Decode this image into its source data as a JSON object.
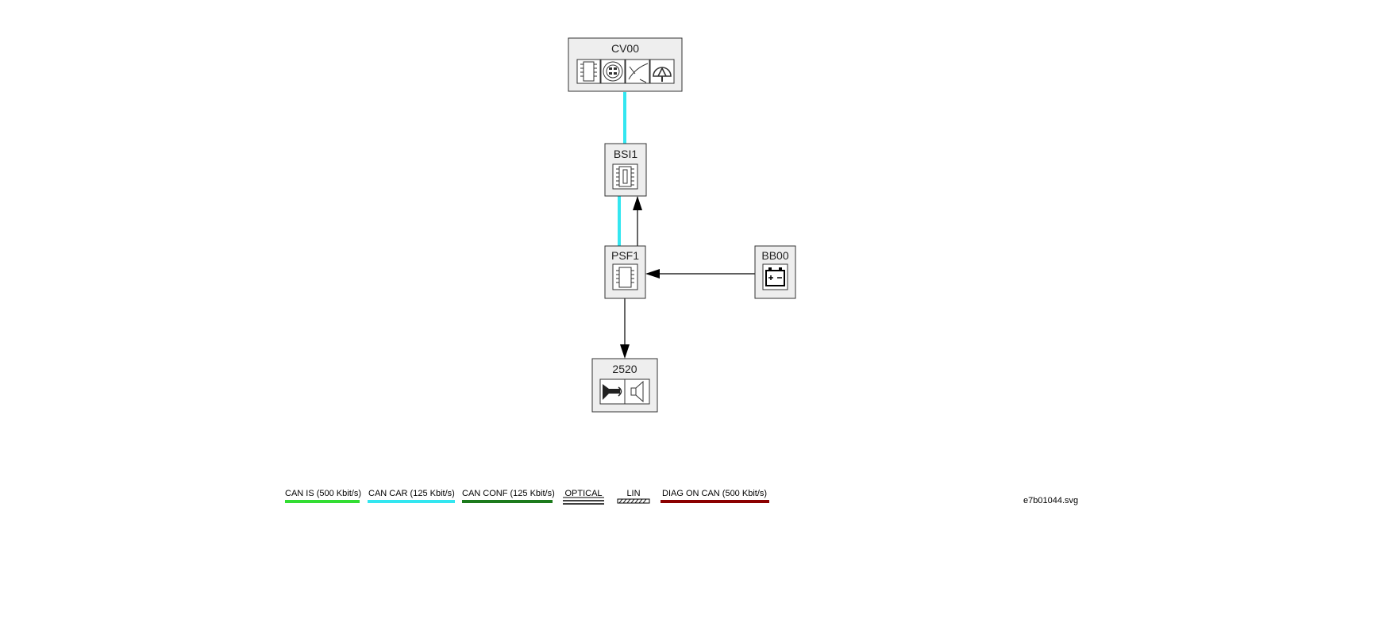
{
  "nodes": {
    "cv00": {
      "label": "CV00",
      "icons": [
        "ecu-chip-icon",
        "connector-plug-icon",
        "wiper-icon",
        "gauge-icon"
      ]
    },
    "bsi1": {
      "label": "BSI1",
      "icons": [
        "ecu-chip-icon"
      ]
    },
    "psf1": {
      "label": "PSF1",
      "icons": [
        "ecu-chip-icon"
      ]
    },
    "bb00": {
      "label": "BB00",
      "icons": [
        "battery-icon"
      ]
    },
    "n2520": {
      "label": "2520",
      "icons": [
        "horn-icon",
        "speaker-icon"
      ]
    }
  },
  "connections": [
    {
      "from": "CV00",
      "to": "BSI1",
      "type": "CAN CAR (125 Kbit/s)"
    },
    {
      "from": "BSI1",
      "to": "PSF1",
      "type": "CAN CAR (125 Kbit/s)"
    },
    {
      "from": "PSF1",
      "to": "BSI1",
      "type": "wire",
      "arrow": "to"
    },
    {
      "from": "BB00",
      "to": "PSF1",
      "type": "wire",
      "arrow": "to"
    },
    {
      "from": "PSF1",
      "to": "2520",
      "type": "wire",
      "arrow": "to"
    }
  ],
  "legend": [
    {
      "label": "CAN IS (500 Kbit/s)",
      "color": "#33dd33",
      "style": "solid"
    },
    {
      "label": "CAN CAR (125 Kbit/s)",
      "color": "#33e6f0",
      "style": "solid"
    },
    {
      "label": "CAN CONF (125 Kbit/s)",
      "color": "#1c7a1c",
      "style": "solid"
    },
    {
      "label": "OPTICAL",
      "color": "#000000",
      "style": "double"
    },
    {
      "label": "LIN",
      "color": "#000000",
      "style": "hatched"
    },
    {
      "label": "DIAG ON CAN  (500 Kbit/s)",
      "color": "#8b0000",
      "style": "solid"
    }
  ],
  "file_name": "e7b01044.svg",
  "colors": {
    "can_car": "#33e6f0",
    "box_fill": "#eeeeee",
    "box_stroke": "#333333",
    "wire": "#000000"
  }
}
